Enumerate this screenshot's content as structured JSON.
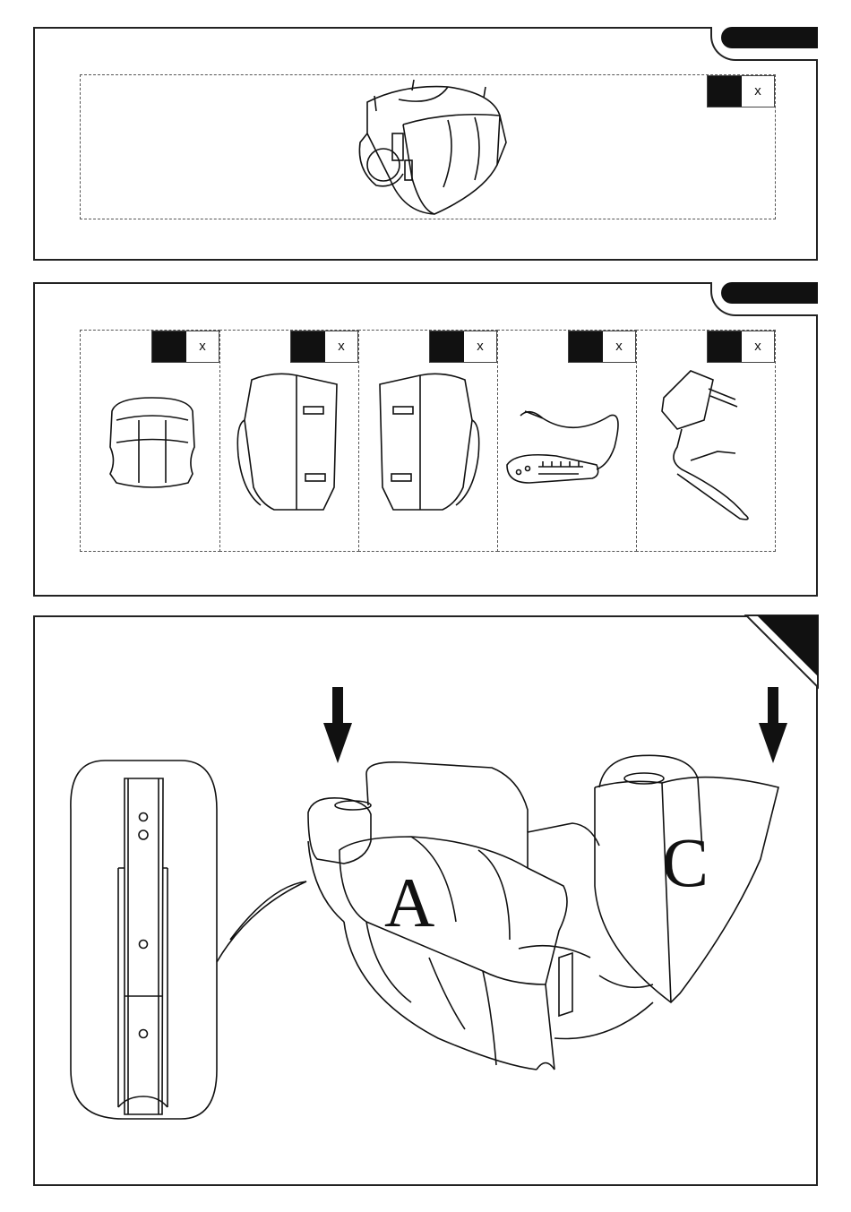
{
  "panel1": {
    "box": {
      "qty_mark": "x"
    }
  },
  "panel2": {
    "boxes": [
      {
        "qty_mark": "x",
        "part": "seat-cushion"
      },
      {
        "qty_mark": "x",
        "part": "left-armrest"
      },
      {
        "qty_mark": "x",
        "part": "right-armrest"
      },
      {
        "qty_mark": "x",
        "part": "hand-control"
      },
      {
        "qty_mark": "x",
        "part": "power-adapter"
      }
    ]
  },
  "panel3": {
    "label_a": "A",
    "label_c": "C"
  }
}
